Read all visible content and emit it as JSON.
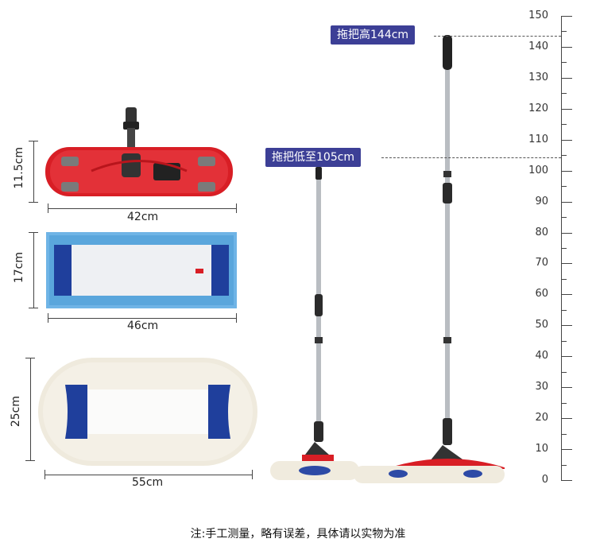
{
  "panels": {
    "mop_head": {
      "width_label": "42cm",
      "height_label": "11.5cm"
    },
    "microfiber_pad": {
      "width_label": "46cm",
      "height_label": "17cm"
    },
    "cotton_pad": {
      "width_label": "55cm",
      "height_label": "25cm"
    }
  },
  "callouts": {
    "max_height": "拖把高144cm",
    "min_height": "拖把低至105cm"
  },
  "ruler": {
    "ticks": [
      "150",
      "140",
      "130",
      "120",
      "110",
      "100",
      "90",
      "80",
      "70",
      "60",
      "50",
      "40",
      "30",
      "20",
      "10",
      "0"
    ]
  },
  "note": "注:手工测量，略有误差，具体请以实物为准",
  "colors": {
    "tag_bg": "#3c3f96",
    "mop_red": "#e0222b",
    "pad_blue": "#5aa6dc",
    "tab_navy": "#1f3f9c"
  }
}
